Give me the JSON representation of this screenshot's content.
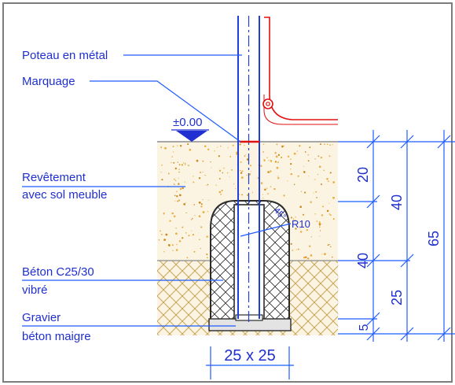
{
  "colors": {
    "frame": "#7d7d7d",
    "callout": "#1f5cff",
    "pole": "#1f3fd6",
    "marking": "#e01010",
    "sand": "#e8ad3f",
    "gravel": "#c7a75b",
    "concrete": "#2b2b2b",
    "dim": "#1f5cff",
    "text": "#1f2fd0"
  },
  "labels": {
    "pole": "Poteau en métal",
    "marking": "Marquage",
    "covering_line1": "Revêtement",
    "covering_line2": "avec sol meuble",
    "concrete_line1": "Béton C25/30",
    "concrete_line2": "vibré",
    "gravel_line1": "Gravier",
    "gravel_line2": "béton maigre"
  },
  "annotations": {
    "level": "±0.00",
    "angle": "45°",
    "radius": "R10",
    "footing_size": "25 x 25"
  },
  "dimensions": {
    "d_top": "20",
    "d_mid": "40",
    "d_bottom": "25",
    "d_base": "5",
    "d_total_left": "40",
    "d_total": "65"
  }
}
